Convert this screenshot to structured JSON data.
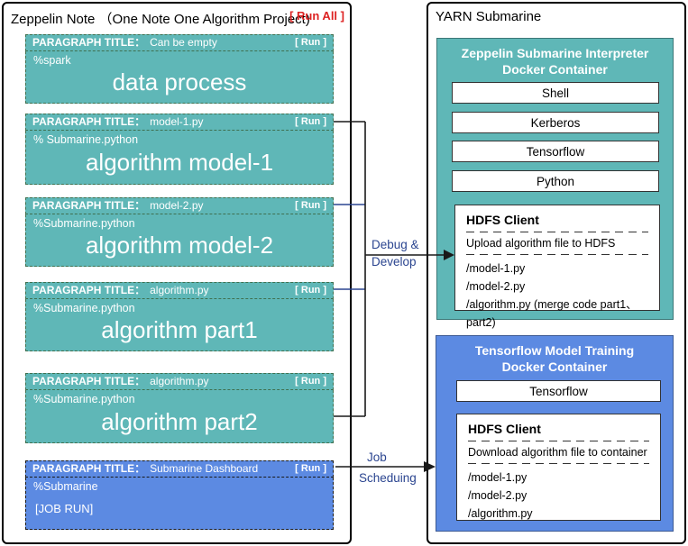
{
  "colors": {
    "teal": "#5fb7b7",
    "blue": "#5c8ae2",
    "navy": "#2b4590",
    "red": "#dd2222"
  },
  "left_panel": {
    "title": "Zeppelin Note （One Note One Algorithm Project)",
    "run_all_label": "[ Run All ]",
    "paragraph_title_label": "PARAGRAPH TITLE：",
    "run_label": "[ Run ]",
    "paragraphs": [
      {
        "title": "Can be empty",
        "interpreter": "%spark",
        "body": "data process"
      },
      {
        "title": "model-1.py",
        "interpreter": "% Submarine.python",
        "body": "algorithm model-1"
      },
      {
        "title": "model-2.py",
        "interpreter": "%Submarine.python",
        "body": "algorithm model-2"
      },
      {
        "title": "algorithm.py",
        "interpreter": "%Submarine.python",
        "body": "algorithm part1"
      },
      {
        "title": "algorithm.py",
        "interpreter": "%Submarine.python",
        "body": "algorithm part2"
      },
      {
        "title": "Submarine Dashboard",
        "interpreter": "%Submarine",
        "body": "[JOB RUN]"
      }
    ]
  },
  "connectors": {
    "debug_line1": "Debug &",
    "debug_line2": "Develop",
    "job_line1": "Job",
    "job_line2": "Scheduing"
  },
  "right_panel": {
    "title": "YARN Submarine",
    "interpreter_container": {
      "title_line1": "Zeppelin Submarine Interpreter",
      "title_line2": "Docker Container",
      "modules": [
        "Shell",
        "Kerberos",
        "Tensorflow",
        "Python"
      ],
      "hdfs": {
        "title": "HDFS Client",
        "desc": "Upload algorithm file to HDFS",
        "files": [
          "/model-1.py",
          "/model-2.py",
          "/algorithm.py (merge code part1、part2)"
        ]
      }
    },
    "training_container": {
      "title_line1": "Tensorflow Model Training",
      "title_line2": "Docker Container",
      "modules": [
        "Tensorflow"
      ],
      "hdfs": {
        "title": "HDFS Client",
        "desc": "Download algorithm file to container",
        "files": [
          "/model-1.py",
          "/model-2.py",
          "/algorithm.py"
        ]
      }
    }
  }
}
